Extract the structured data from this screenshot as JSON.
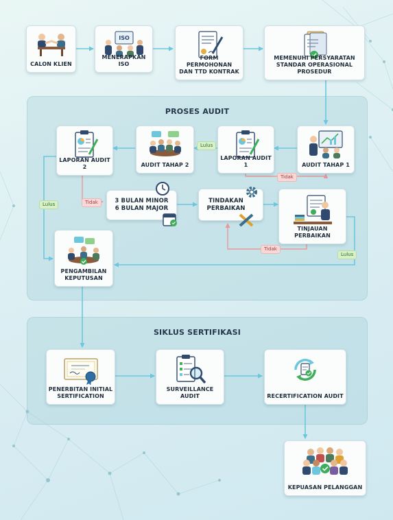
{
  "sections": {
    "audit_title": "PROSES AUDIT",
    "cert_title": "SIKLUS SERTIFIKASI"
  },
  "nodes": {
    "calon_klien": "CALON KLIEN",
    "menerapkan_iso": "MENERAPKAN ISO",
    "form_permohonan": "FORM PERMOHONAN\nDAN TTD KONTRAK",
    "memenuhi": "MEMENUHI PERSYARATAN\nSTANDAR OPERASIONAL PROSEDUR",
    "audit_tahap_1": "AUDIT TAHAP 1",
    "laporan_audit_1": "LAPORAN AUDIT 1",
    "audit_tahap_2": "AUDIT TAHAP 2",
    "laporan_audit_2": "LAPORAN AUDIT 2",
    "minor_major": "3 BULAN MINOR\n6 BULAN MAJOR",
    "tindakan_perbaikan": "TINDAKAN\nPERBAIKAN",
    "tinjauan_perbaikan": "TINJAUAN PERBAIKAN",
    "pengambilan_keputusan": "PENGAMBILAN\nKEPUTUSAN",
    "penerbitan": "PENERBITAN INITIAL\nSERTIFICATION",
    "surveillance": "SURVEILLANCE AUDIT",
    "recertification": "RECERTIFICATION AUDIT",
    "kepuasan": "KEPUASAN PELANGGAN"
  },
  "icon_text": {
    "iso": "ISO"
  },
  "edge_labels": {
    "lulus_l1_l2": "Lulus",
    "tidak_l1": "Tidak",
    "lulus_l2_keputusan": "Lulus",
    "tidak_l2": "Tidak",
    "tidak_tinjauan": "Tidak",
    "lulus_tinjauan": "Lulus"
  },
  "colors": {
    "arrow": "#6cc6de",
    "pass_tag": "#d7f0c8",
    "fail_tag": "#f9d8d8",
    "fail_line": "#e59a9a",
    "accent_green": "#3fae5a",
    "navy": "#2f4a6e"
  }
}
